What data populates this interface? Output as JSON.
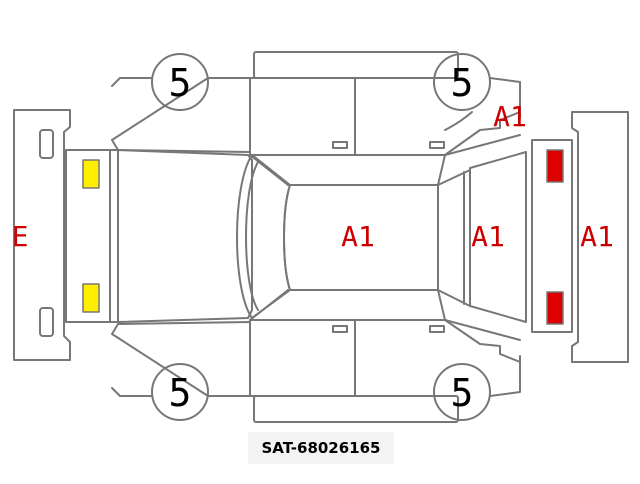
{
  "diagram": {
    "tire_grades": {
      "front_left": "5",
      "front_right": "5",
      "rear_left": "5",
      "rear_right": "5"
    },
    "marks": {
      "front_bumper": "E",
      "roof": "A1",
      "rear_glass": "A1",
      "rear_bumper": "A1",
      "rear_fender_right": "A1"
    },
    "colors": {
      "line": "#777777",
      "mark_text": "#cc0000",
      "front_lamps": "#ffee00",
      "rear_lamps": "#dd0000"
    }
  },
  "stock_code": "SAT-68026165"
}
